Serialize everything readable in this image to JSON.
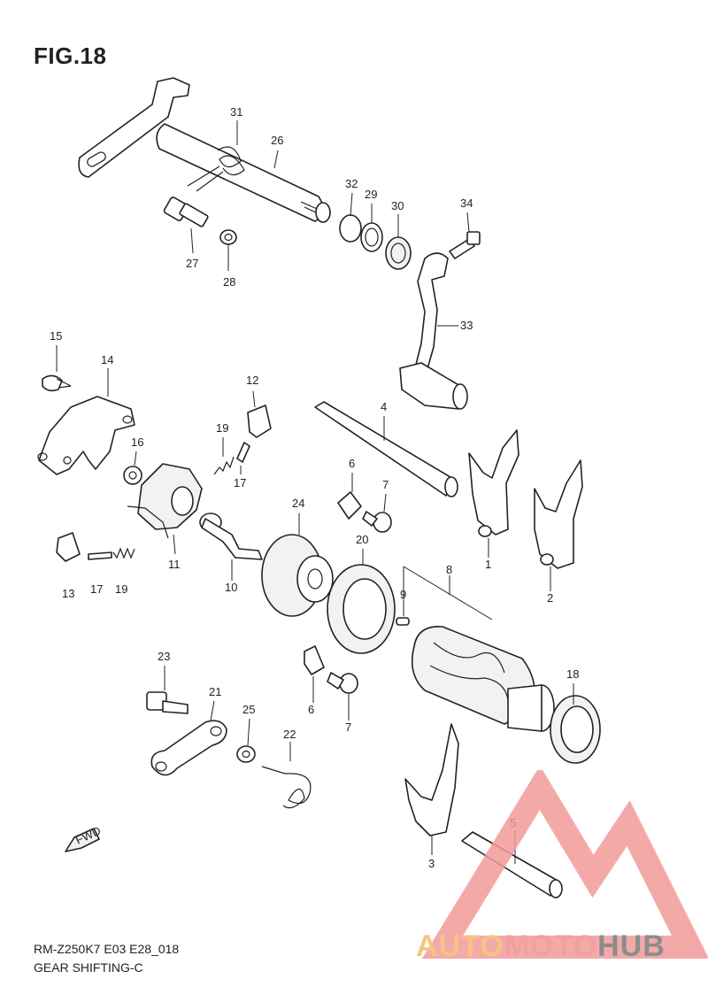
{
  "figure": {
    "title": "FIG.18",
    "footer_code": "RM-Z250K7 E03 E28_018",
    "footer_name": "GEAR SHIFTING-C",
    "direction_tag": "FWD"
  },
  "callouts": [
    "31",
    "26",
    "27",
    "28",
    "32",
    "29",
    "30",
    "34",
    "33",
    "15",
    "14",
    "12",
    "4",
    "16",
    "19",
    "17",
    "6",
    "7",
    "13",
    "17",
    "19",
    "11",
    "24",
    "20",
    "10",
    "8",
    "9",
    "1",
    "2",
    "23",
    "21",
    "25",
    "22",
    "6",
    "7",
    "18",
    "3",
    "5"
  ],
  "watermark": {
    "brand_parts": [
      "AUTO",
      "MOTO",
      "HUB"
    ],
    "colors": {
      "auto": "#f6c384",
      "moto": "#f0a0a0",
      "hub": "#8c8c8c",
      "logo": "#f29a9a"
    }
  }
}
